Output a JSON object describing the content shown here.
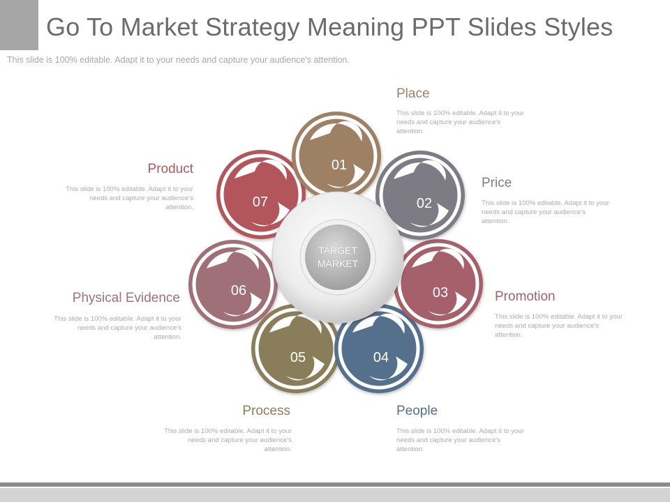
{
  "header": {
    "title": "Go To Market Strategy Meaning PPT Slides Styles",
    "subtitle": "This slide is 100% editable. Adapt it to your needs and capture your audience's attention."
  },
  "center": {
    "line1": "TARGET",
    "line2": "MARKET"
  },
  "items": [
    {
      "number": "01",
      "title": "Place",
      "color": "#9e8065",
      "description": "This slide is 100% editable. Adapt it to your needs and capture your audience's attention."
    },
    {
      "number": "02",
      "title": "Price",
      "color": "#7d7c85",
      "description": "This slide is 100% editable. Adapt it to your needs and capture your audience's attention."
    },
    {
      "number": "03",
      "title": "Promotion",
      "color": "#a5606c",
      "description": "This slide is 100% editable. Adapt it to your needs and capture your audience's attention."
    },
    {
      "number": "04",
      "title": "People",
      "color": "#54708c",
      "description": "This slide is 100% editable. Adapt it to your needs and capture your audience's attention."
    },
    {
      "number": "05",
      "title": "Process",
      "color": "#8a7d5a",
      "description": "This slide is 100% editable. Adapt it to your needs and capture your audience's attention."
    },
    {
      "number": "06",
      "title": "Physical Evidence",
      "color": "#a07078",
      "description": "This slide is 100% editable. Adapt it to your needs and capture your audience's attention."
    },
    {
      "number": "07",
      "title": "Product",
      "color": "#b3575c",
      "description": "This slide is 100% editable. Adapt it to your needs and capture your audience's attention."
    }
  ]
}
